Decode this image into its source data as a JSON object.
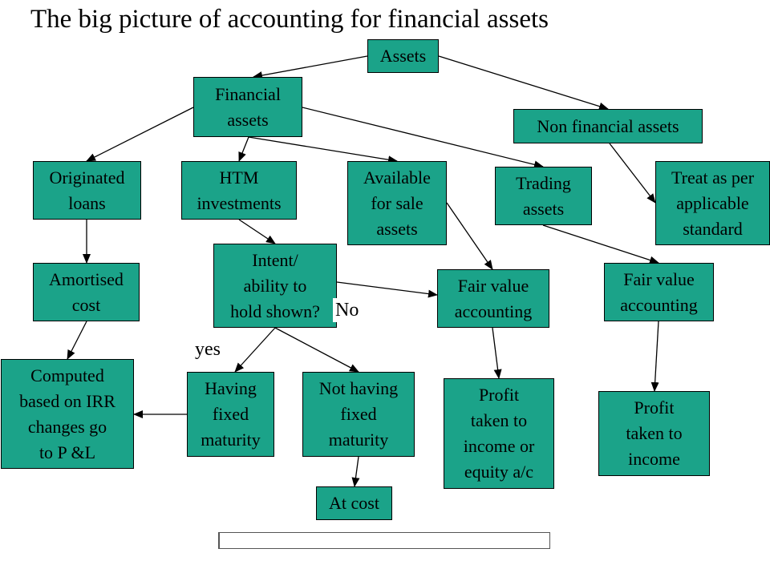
{
  "title": "The big picture of accounting for financial assets",
  "colors": {
    "box_fill": "#1ba389",
    "box_border": "#000000",
    "arrow": "#000000",
    "background": "#ffffff"
  },
  "nodes": {
    "assets": "Assets",
    "financial_assets": "Financial\nassets",
    "non_financial_assets": "Non financial assets",
    "originated_loans": "Originated\nloans",
    "htm_investments": "HTM\ninvestments",
    "available_for_sale": "Available\nfor sale\nassets",
    "trading_assets": "Trading\nassets",
    "treat_as_per_standard": "Treat as per\napplicable\nstandard",
    "amortised_cost": "Amortised\ncost",
    "intent_ability": "Intent/\nability to\nhold shown?",
    "fair_value_afs": "Fair value\naccounting",
    "fair_value_trading": "Fair value\naccounting",
    "computed_irr": "Computed\nbased on IRR\nchanges go\nto P &L",
    "having_fixed_maturity": "Having\nfixed\nmaturity",
    "not_having_fixed_maturity": "Not having\nfixed\nmaturity",
    "profit_income_equity": "Profit\ntaken to\nincome or\nequity a/c",
    "profit_income": "Profit\ntaken to\nincome",
    "at_cost": "At cost"
  },
  "edge_labels": {
    "no": "No",
    "yes": "yes"
  },
  "edges": [
    [
      "assets",
      "financial_assets"
    ],
    [
      "assets",
      "non_financial_assets"
    ],
    [
      "financial_assets",
      "originated_loans"
    ],
    [
      "financial_assets",
      "htm_investments"
    ],
    [
      "financial_assets",
      "available_for_sale"
    ],
    [
      "financial_assets",
      "trading_assets"
    ],
    [
      "non_financial_assets",
      "treat_as_per_standard"
    ],
    [
      "originated_loans",
      "amortised_cost"
    ],
    [
      "htm_investments",
      "intent_ability"
    ],
    [
      "available_for_sale",
      "fair_value_afs"
    ],
    [
      "trading_assets",
      "fair_value_trading"
    ],
    [
      "amortised_cost",
      "computed_irr"
    ],
    [
      "intent_ability",
      "fair_value_afs"
    ],
    [
      "intent_ability",
      "having_fixed_maturity"
    ],
    [
      "intent_ability",
      "not_having_fixed_maturity"
    ],
    [
      "fair_value_afs",
      "profit_income_equity"
    ],
    [
      "fair_value_trading",
      "profit_income"
    ],
    [
      "having_fixed_maturity",
      "computed_irr"
    ],
    [
      "not_having_fixed_maturity",
      "at_cost"
    ]
  ]
}
